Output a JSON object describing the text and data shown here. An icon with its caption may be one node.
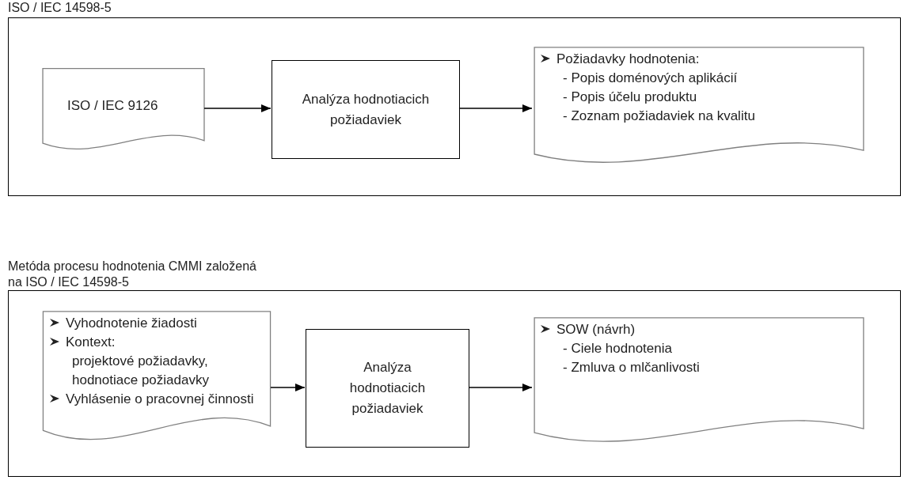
{
  "diagram": {
    "nodes": [
      {
        "text": [
          "ISO / IEC 14598-5"
        ]
      },
      {
        "text": [
          "ISO / IEC 9126"
        ],
        "in": 0
      },
      {
        "text": [
          "Analýza hodnotiacich požiadaviek"
        ],
        "in": 0
      },
      {
        "text": [
          "Požiadavky hodnotenia:",
          "- Popis doménových aplikácií",
          "- Popis účelu produktu",
          "- Zoznam požiadaviek na kvalitu"
        ],
        "in": 0
      },
      {
        "text": [
          "Metóda procesu hodnotenia CMMI založená na ISO / IEC 14598-5"
        ]
      },
      {
        "text": [
          "Vyhodnotenie žiadosti",
          "Kontext:",
          "projektové požiadavky, hodnotiace požiadavky",
          "Vyhlásenie o pracovnej činnosti"
        ],
        "in": 4
      },
      {
        "text": [
          "Analýza hodnotiacich požiadaviek"
        ],
        "in": 4
      },
      {
        "text": [
          "SOW (návrh)",
          "- Ciele hodnotenia",
          "- Zmluva o mlčanlivosti"
        ],
        "in": 4
      }
    ],
    "edges": [
      {
        "from": 1,
        "to": 2,
        "arrow": "to"
      },
      {
        "from": 2,
        "to": 3,
        "arrow": "to"
      },
      {
        "from": 5,
        "to": 6,
        "arrow": "to"
      },
      {
        "from": 6,
        "to": 7,
        "arrow": "to"
      }
    ]
  }
}
